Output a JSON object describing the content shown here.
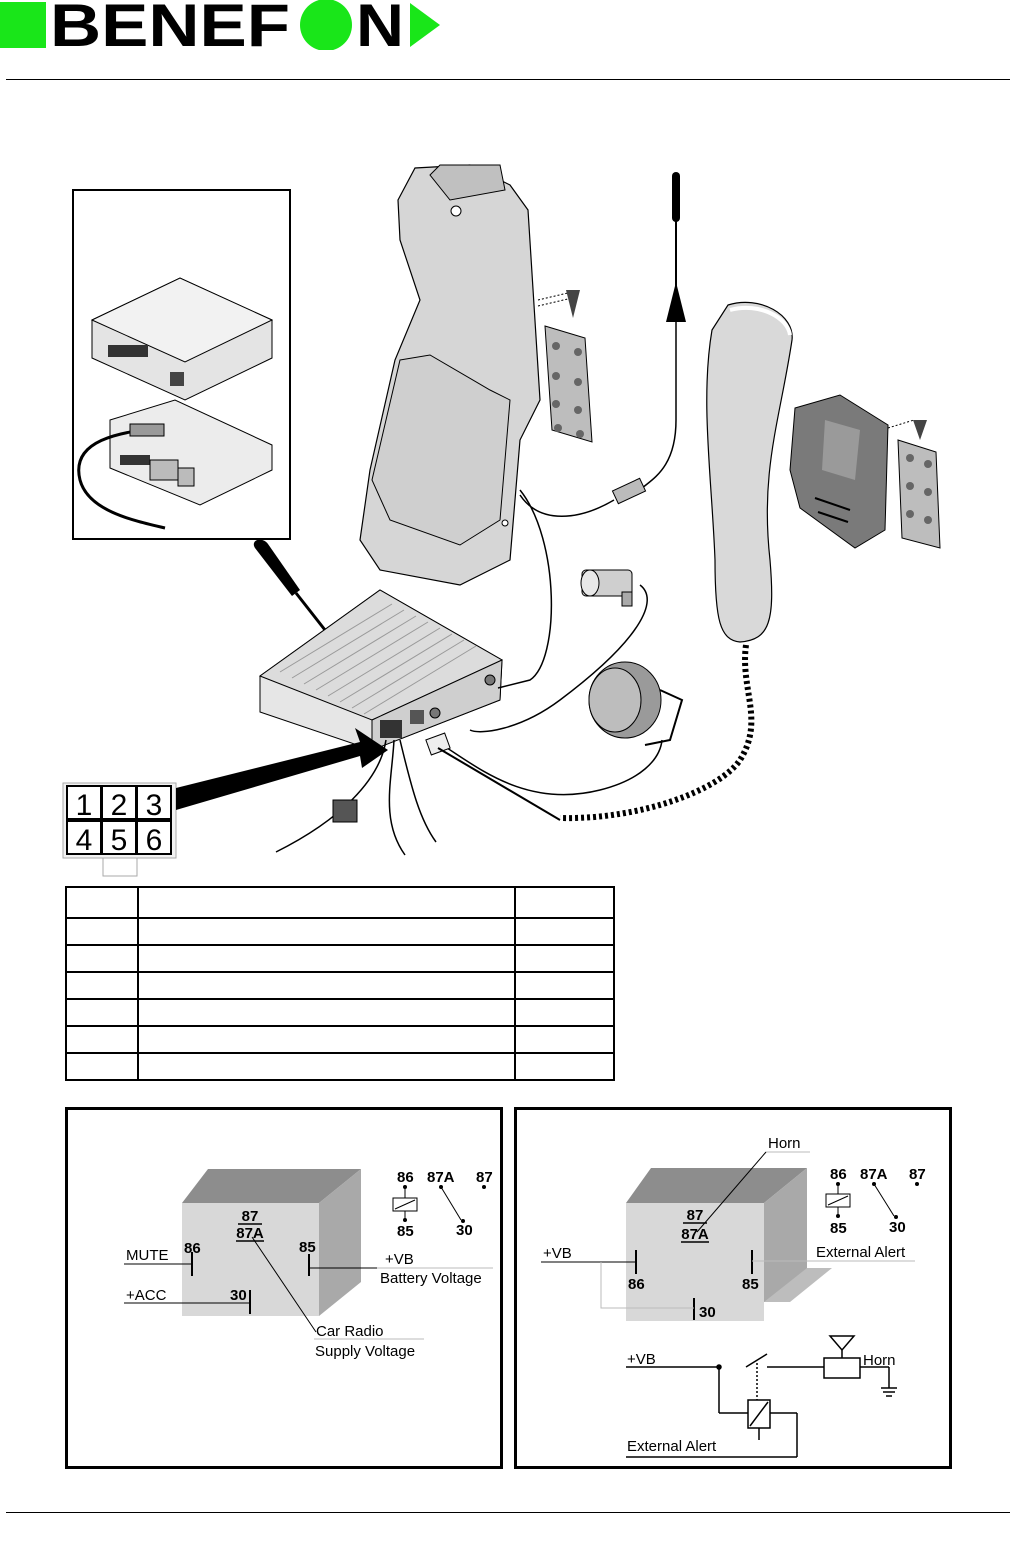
{
  "header": {
    "brand": "BENEFON",
    "brand_left": "BENEF",
    "brand_right": "N"
  },
  "connector": {
    "pins": [
      "1",
      "2",
      "3",
      "4",
      "5",
      "6"
    ]
  },
  "table": {
    "rows": [
      [
        "",
        "",
        ""
      ],
      [
        "",
        "",
        ""
      ],
      [
        "",
        "",
        ""
      ],
      [
        "",
        "",
        ""
      ],
      [
        "",
        "",
        ""
      ],
      [
        "",
        "",
        ""
      ],
      [
        "",
        "",
        ""
      ]
    ]
  },
  "mute_relay": {
    "pin_87": "87",
    "pin_87a": "87A",
    "pin_86": "86",
    "pin_85": "85",
    "pin_30": "30",
    "mute": "MUTE",
    "acc": "+ACC",
    "vb": "+VB",
    "battery": "Battery Voltage",
    "car_radio": "Car Radio",
    "supply": "Supply Voltage",
    "sym_86": "86",
    "sym_87a": "87A",
    "sym_87": "87",
    "sym_85": "85",
    "sym_30": "30"
  },
  "alert_relay": {
    "horn_top": "Horn",
    "pin_87": "87",
    "pin_87a": "87A",
    "pin_86": "86",
    "pin_85": "85",
    "pin_30": "30",
    "vb": "+VB",
    "external_alert": "External Alert",
    "sym_86": "86",
    "sym_87a": "87A",
    "sym_87": "87",
    "sym_85": "85",
    "sym_30": "30",
    "vb2": "+VB",
    "horn2": "Horn",
    "external_alert2": "External Alert"
  },
  "colors": {
    "brand_green": "#19e619",
    "ink": "#000000",
    "relay_face": "#d8d8d8",
    "relay_side": "#a9a9a9",
    "relay_top": "#8d8d8d"
  }
}
